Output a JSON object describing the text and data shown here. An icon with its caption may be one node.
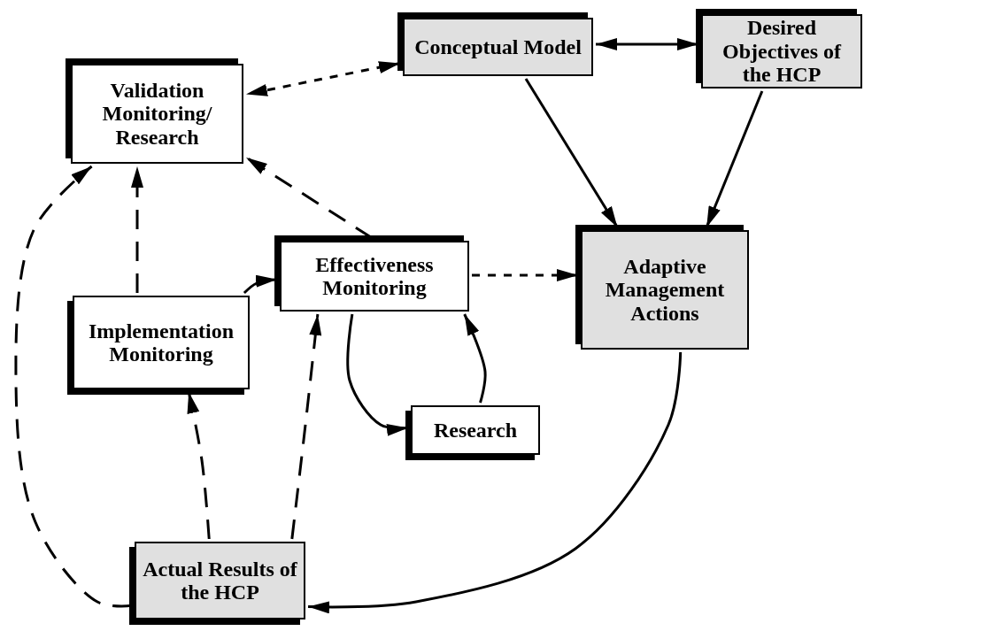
{
  "diagram": {
    "nodes": [
      {
        "text": [
          "Conceptual Model"
        ]
      },
      {
        "text": [
          "Desired Objectives of the HCP"
        ]
      },
      {
        "text": [
          "Validation Monitoring/ Research"
        ]
      },
      {
        "text": [
          "Effectiveness Monitoring"
        ]
      },
      {
        "text": [
          "Adaptive Management Actions"
        ]
      },
      {
        "text": [
          "Implementation Monitoring"
        ]
      },
      {
        "text": [
          "Research"
        ]
      },
      {
        "text": [
          "Actual Results of the HCP"
        ]
      }
    ],
    "edges": [
      {
        "from": 0,
        "to": 1,
        "arrow": "both"
      },
      {
        "from": 0,
        "to": 2,
        "arrow": "both",
        "style": "dashed"
      },
      {
        "from": 0,
        "to": 4,
        "arrow": "to"
      },
      {
        "from": 1,
        "to": 4,
        "arrow": "to"
      },
      {
        "from": 3,
        "to": 2,
        "arrow": "to",
        "style": "dashed"
      },
      {
        "from": 3,
        "to": 4,
        "arrow": "to",
        "style": "dashed"
      },
      {
        "from": 4,
        "to": 7,
        "arrow": "to"
      },
      {
        "from": 5,
        "to": 2,
        "arrow": "to",
        "style": "dashed"
      },
      {
        "from": 5,
        "to": 3,
        "arrow": "to",
        "style": "dashed"
      },
      {
        "from": 7,
        "to": 5,
        "arrow": "to",
        "style": "dashed"
      },
      {
        "from": 7,
        "to": 3,
        "arrow": "to",
        "style": "dashed"
      },
      {
        "from": 7,
        "to": 2,
        "arrow": "to",
        "style": "dashed"
      },
      {
        "from": 3,
        "to": 6,
        "arrow": "to"
      },
      {
        "from": 6,
        "to": 3,
        "arrow": "to"
      }
    ]
  }
}
